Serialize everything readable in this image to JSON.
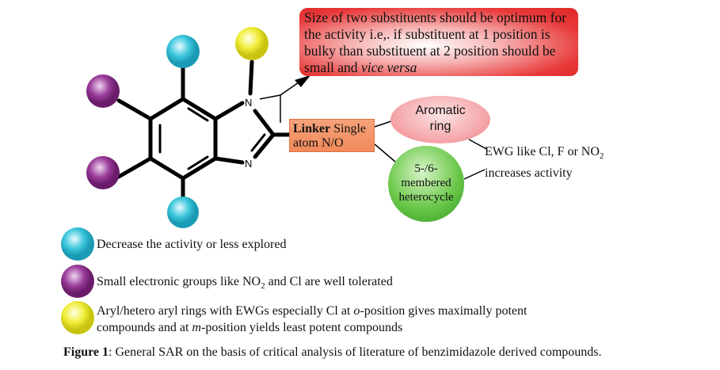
{
  "callout": {
    "text": "Size of two substituents should be optimum for the activity i.e,. if substituent at 1 position is bulky than  substituent at 2 position should be small and ",
    "italic": "vice versa"
  },
  "atoms": {
    "n1": "N",
    "n3": "N"
  },
  "linker": {
    "bold": "Linker",
    "text1": " Single",
    "text2": "atom N/O"
  },
  "aromatic_ring": {
    "line1": "Aromatic",
    "line2": "ring"
  },
  "heterocycle": {
    "line1": "5-/6-",
    "line2": "membered",
    "line3": "heterocycle"
  },
  "ewg": {
    "line1": "EWG like Cl, F or NO",
    "sub": "2",
    "line2": "increases activity"
  },
  "legend": [
    {
      "color": "#3cc6dc",
      "text": "Decrease the activity or less explored"
    },
    {
      "color": "#9a3c9a",
      "text_a": "Small electronic groups like NO",
      "sub": "2",
      "text_b": " and Cl are well tolerated"
    },
    {
      "color": "#f0ee3a",
      "line1_a": "Aryl/hetero aryl rings with EWGs especially Cl at ",
      "line1_i": "o",
      "line1_b": "-position gives maximally potent",
      "line2_a": "compounds and at  ",
      "line2_i": "m",
      "line2_b": "-position yields least potent compounds"
    }
  ],
  "caption": {
    "bold": "Figure 1",
    "text": ": General SAR on the basis of critical analysis of literature of benzimidazole derived compounds."
  }
}
